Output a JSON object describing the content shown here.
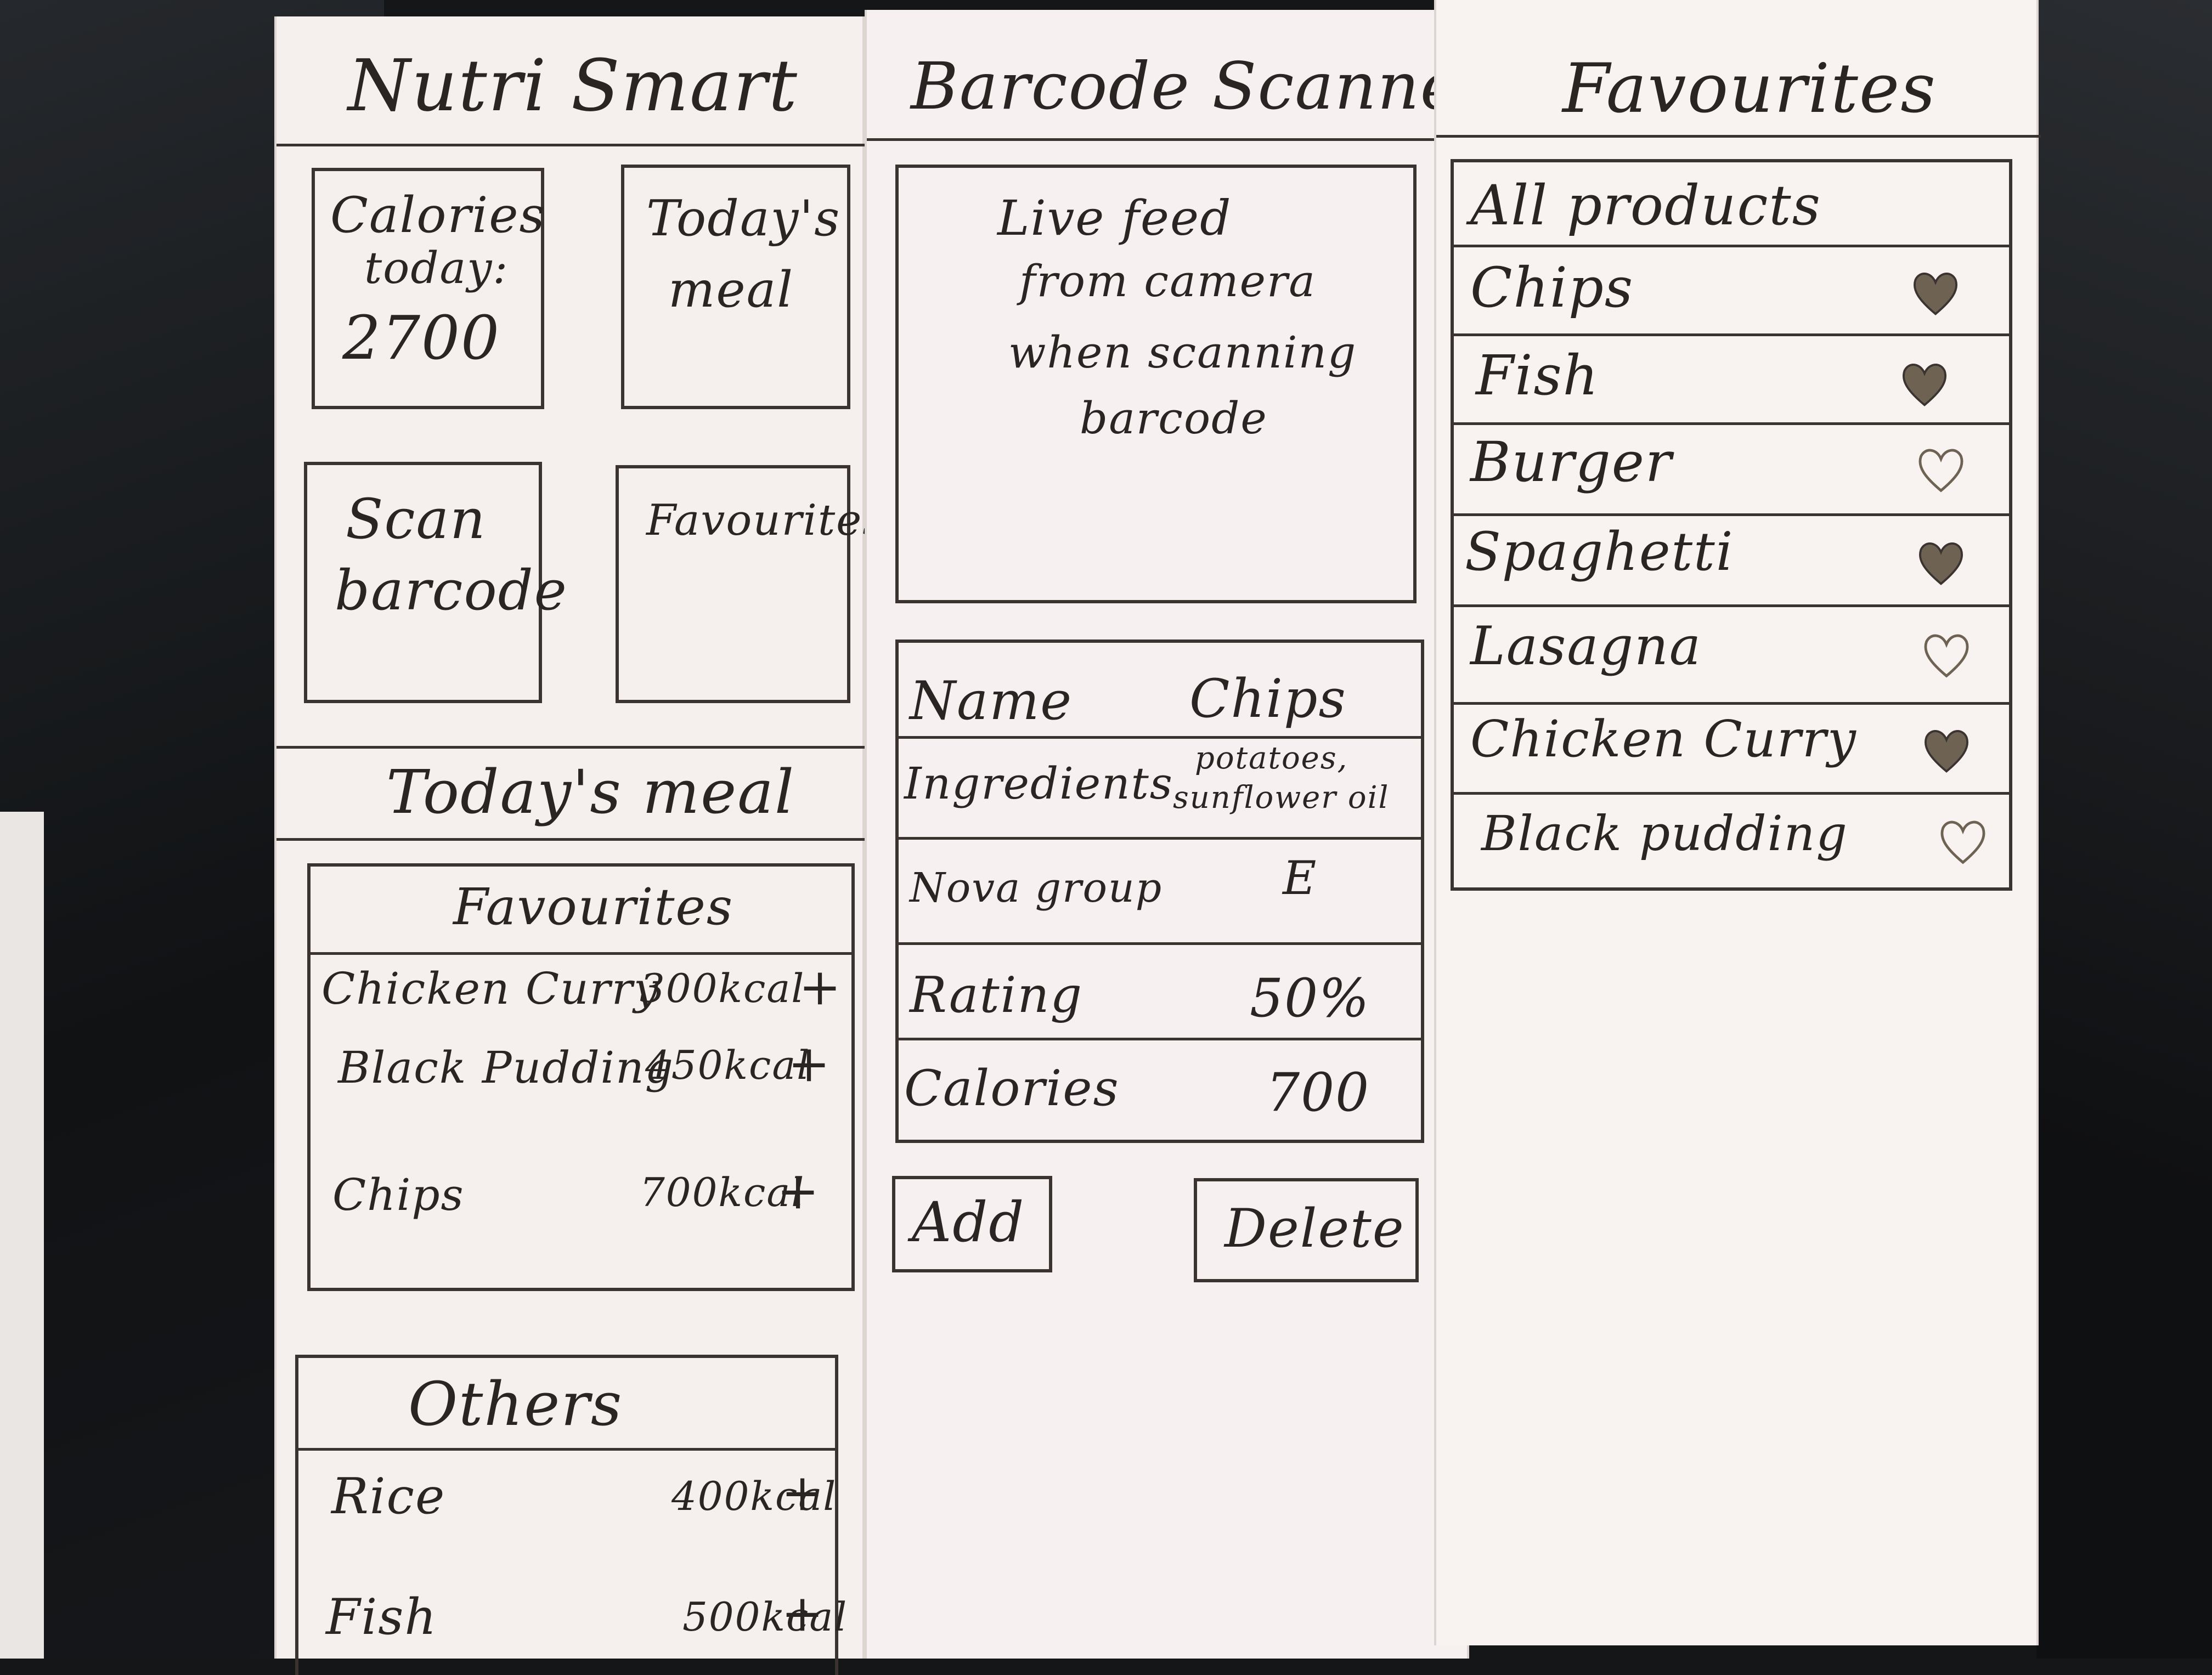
{
  "home": {
    "title": "Nutri Smart",
    "calories_label_1": "Calories",
    "calories_label_2": "today:",
    "calories_value": "2700",
    "todays_meal_tile_1": "Today's",
    "todays_meal_tile_2": "meal",
    "scan_tile_1": "Scan",
    "scan_tile_2": "barcode",
    "favourites_tile": "Favourites",
    "section_title": "Today's meal",
    "favourites_header": "Favourites",
    "favourites": [
      {
        "name": "Chicken Curry",
        "kcal": "300kcal",
        "add": "+"
      },
      {
        "name": "Black Pudding",
        "kcal": "450kcal",
        "add": "+"
      },
      {
        "name": "Chips",
        "kcal": "700kcal",
        "add": "+"
      }
    ],
    "others_header": "Others",
    "others": [
      {
        "name": "Rice",
        "kcal": "400kcal",
        "add": "+"
      },
      {
        "name": "Fish",
        "kcal": "500kcal",
        "add": "+"
      }
    ]
  },
  "scanner": {
    "title": "Barcode Scanner",
    "feed_lines": [
      "Live feed",
      "from camera",
      "when scanning",
      "barcode"
    ],
    "rows": [
      {
        "label": "Name",
        "value": "Chips"
      },
      {
        "label": "Ingredients",
        "value_1": "potatoes,",
        "value_2": "sunflower oil"
      },
      {
        "label": "Nova group",
        "value": "E"
      },
      {
        "label": "Rating",
        "value": "50%"
      },
      {
        "label": "Calories",
        "value": "700"
      }
    ],
    "add_label": "Add",
    "delete_label": "Delete"
  },
  "favourites": {
    "title": "Favourites",
    "header": "All products",
    "items": [
      {
        "name": "Chips",
        "favourite": true
      },
      {
        "name": "Fish",
        "favourite": true
      },
      {
        "name": "Burger",
        "favourite": false
      },
      {
        "name": "Spaghetti",
        "favourite": true
      },
      {
        "name": "Lasagna",
        "favourite": false
      },
      {
        "name": "Chicken Curry",
        "favourite": true
      },
      {
        "name": "Black pudding",
        "favourite": false
      }
    ]
  },
  "colors": {
    "ink": "#3a3330",
    "paper": "#f5efee",
    "heart_fill": "#6e6253",
    "background": "#141618"
  }
}
